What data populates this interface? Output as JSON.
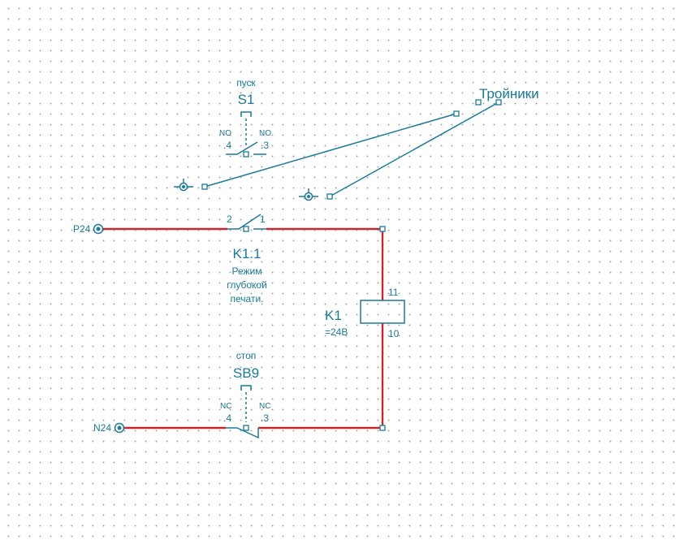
{
  "terminals": {
    "p24": "P24",
    "n24": "N24"
  },
  "start_button": {
    "label": "пуск",
    "tag": "S1",
    "left_type": "NO",
    "right_type": "NO",
    "left_pin": ".4",
    "right_pin": ".3"
  },
  "stop_button": {
    "label": "стоп",
    "tag": "SB9",
    "left_type": "NC",
    "right_type": "NC",
    "left_pin": ".4",
    "right_pin": ".3"
  },
  "contact": {
    "tag": "K1.1",
    "pin_left": "2",
    "pin_right": "1",
    "description_lines": [
      "Режим",
      "глубокой",
      "печати."
    ]
  },
  "coil": {
    "tag": "K1",
    "rating": "=24В",
    "pin_top": "11",
    "pin_bottom": "10"
  },
  "tees": {
    "label": "Тройники"
  },
  "colors": {
    "wire_power": "#c8272f",
    "wire_link": "#1a7a99",
    "symbol": "#1a7a99"
  }
}
